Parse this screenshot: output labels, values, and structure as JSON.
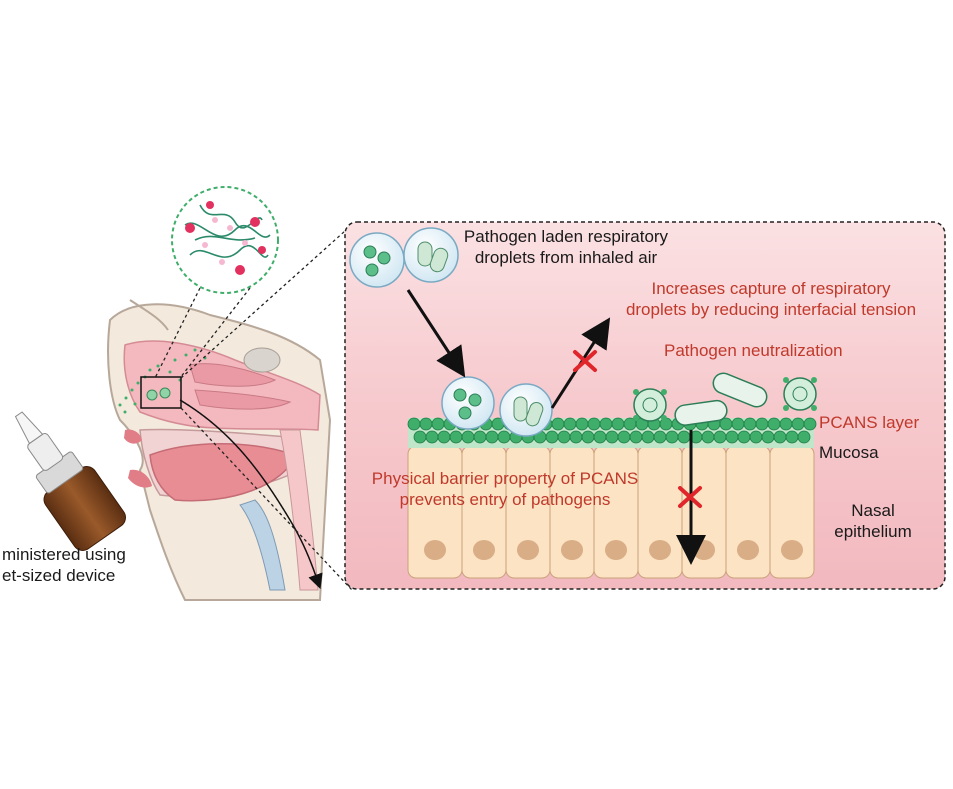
{
  "labels": {
    "pathogen_laden": [
      "Pathogen laden respiratory",
      "droplets from inhaled air"
    ],
    "increases_capture": [
      "Increases capture of respiratory",
      "droplets by reducing interfacial tension"
    ],
    "pathogen_neutralization": "Pathogen neutralization",
    "pcans_layer": "PCANS layer",
    "mucosa": "Mucosa",
    "physical_barrier": [
      "Physical barrier property of PCANS",
      "prevents entry of pathogens"
    ],
    "nasal_epithelium": [
      "Nasal",
      "epithelium"
    ],
    "administered": [
      "ministered using",
      "et-sized device"
    ]
  },
  "colors": {
    "text_red": "#c0392b",
    "text_black": "#1a1a1a",
    "panel_pink": "#f7c9cc",
    "mucosa_green": "#3fae6a",
    "cell_cream": "#fbe3c4",
    "nucleus": "#d9ad86",
    "block_x": "#e0262a"
  },
  "icons": [
    "nasal-spray-bottle-icon",
    "nanoparticle-network-icon",
    "respiratory-droplet-icon",
    "virus-icon",
    "bacterium-icon",
    "block-x-icon"
  ]
}
